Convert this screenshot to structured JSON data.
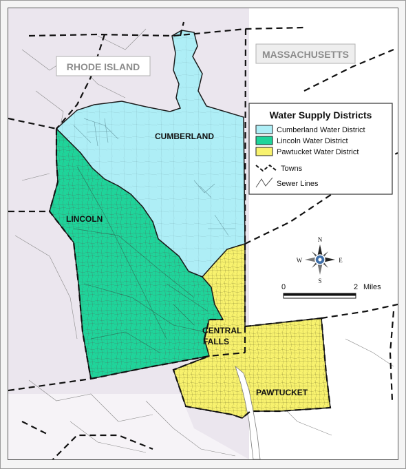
{
  "state_labels": {
    "rhode_island": "RHODE ISLAND",
    "massachusetts": "MASSACHUSETTS"
  },
  "town_labels": {
    "cumberland": "CUMBERLAND",
    "lincoln": "LINCOLN",
    "central_falls_line1": "CENTRAL",
    "central_falls_line2": "FALLS",
    "pawtucket": "PAWTUCKET"
  },
  "legend": {
    "title": "Water Supply Districts",
    "items": [
      {
        "label": "Cumberland Water District",
        "color": "#aeeef6"
      },
      {
        "label": "Lincoln Water District",
        "color": "#1fd49a"
      },
      {
        "label": "Pawtucket Water District",
        "color": "#f8f26e"
      }
    ],
    "towns_label": "Towns",
    "sewer_label": "Sewer Lines"
  },
  "compass": {
    "n": "N",
    "s": "S",
    "e": "E",
    "w": "W"
  },
  "scale": {
    "start": "0",
    "end": "2",
    "unit": "Miles"
  },
  "colors": {
    "outside": "#ebe6ee",
    "cumberland": "#aeeef6",
    "lincoln": "#1fd49a",
    "pawtucket": "#f8f26e",
    "boundary": "#222222",
    "sewer": "#6f6f6f"
  }
}
